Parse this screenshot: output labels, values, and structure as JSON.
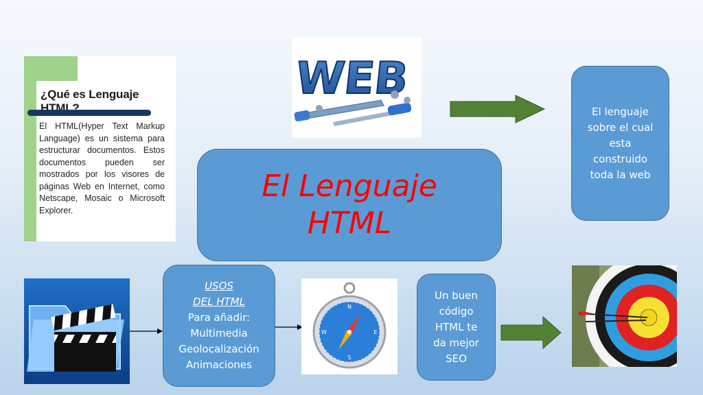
{
  "card": {
    "title": "¿Qué es Lenguaje HTML?",
    "body": "El HTML(Hyper Text Markup Language) es un sistema para estructurar documentos. Estos documentos pueden ser mostrados por los visores de páginas Web en Internet, como Netscape, Mosaic o Microsoft Explorer."
  },
  "web_image": {
    "word": "WEB"
  },
  "main": {
    "line1": "El Lenguaje",
    "line2": "HTML"
  },
  "definition": {
    "lines": [
      "El lenguaje",
      "sobre el cual",
      "esta",
      "construido",
      "toda la web"
    ]
  },
  "usos": {
    "heading1": "USOS",
    "heading2": "DEL HTML",
    "lines": [
      "Para añadir:",
      "Multimedia",
      "Geolocalización",
      "Animaciones"
    ]
  },
  "seo": {
    "lines": [
      "Un buen",
      "código",
      "HTML te",
      "da mejor",
      "SEO"
    ]
  },
  "compass": {
    "n": "N",
    "s": "S",
    "e": "E",
    "w": "W"
  },
  "colors": {
    "box_fill": "#5b9bd5",
    "box_border": "#41719c",
    "arrow_green": "#548235",
    "title_red": "#ff0000"
  }
}
